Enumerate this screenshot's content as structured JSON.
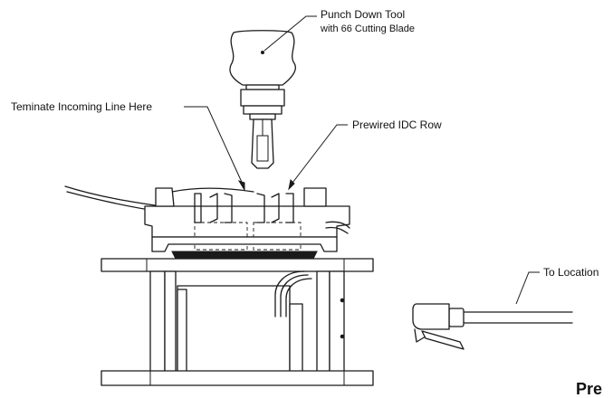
{
  "labels": {
    "tool_line1": "Punch Down Tool",
    "tool_line2": "with 66 Cutting Blade",
    "terminate": "Teminate Incoming Line Here",
    "prewired": "Prewired IDC Row",
    "to_location": "To Location",
    "cut_off_text": "Pre"
  }
}
